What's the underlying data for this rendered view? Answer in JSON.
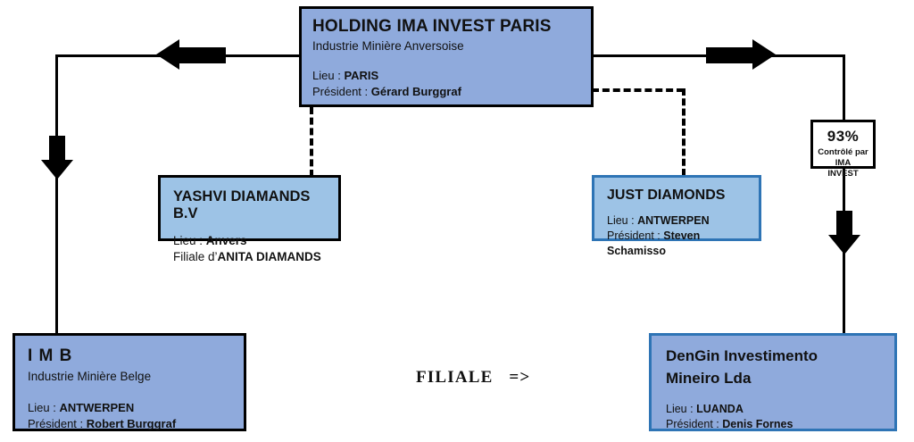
{
  "diagram": {
    "legend": {
      "filiale_label": "FILIALE   =>"
    },
    "nodes": {
      "holding": {
        "title": "HOLDING IMA INVEST PARIS",
        "subtitle": "Industrie Minière Anversoise",
        "lieu_label": "Lieu :",
        "lieu_value": "PARIS",
        "president_label": "Président :",
        "president_value": "Gérard Burggraf",
        "fill_color": "#8FAADC",
        "border_color": "#000000"
      },
      "imb": {
        "title": "I M B",
        "subtitle": "Industrie Minière Belge",
        "lieu_label": "Lieu :",
        "lieu_value": "ANTWERPEN",
        "president_label": "Président :",
        "president_value": "Robert Burggraf",
        "fill_color": "#8FAADC",
        "border_color": "#000000"
      },
      "yashvi": {
        "title": "YASHVI DIAMANDS B.V",
        "lieu_label": "Lieu :",
        "lieu_value": "Anvers",
        "filiale_label": "Filiale d’",
        "filiale_value": "ANITA DIAMANDS",
        "fill_color": "#9DC3E6",
        "border_color": "#000000"
      },
      "just": {
        "title": "JUST DIAMONDS",
        "lieu_label": "Lieu :",
        "lieu_value": "ANTWERPEN",
        "president_label": "Président :",
        "president_value": "Steven Schamisso",
        "fill_color": "#9DC3E6",
        "border_color": "#2E74B5"
      },
      "dengin": {
        "title_line1": "DenGin Investimento",
        "title_line2": "Mineiro Lda",
        "lieu_label": "Lieu :",
        "lieu_value": "LUANDA",
        "president_label": "Président :",
        "president_value": "Denis Fornes",
        "fill_color": "#8FAADC",
        "border_color": "#2E74B5"
      },
      "share": {
        "percent": "93%",
        "note_line1": "Contrôlé par IMA",
        "note_line2": "INVEST",
        "fill_color": "#ffffff",
        "border_color": "#000000"
      }
    },
    "connectors": {
      "holding_to_imb": "solid-left-down",
      "holding_to_dengin": "solid-right-down",
      "holding_to_yashvi": "dashed-down",
      "holding_to_just": "dashed-right-down"
    }
  }
}
